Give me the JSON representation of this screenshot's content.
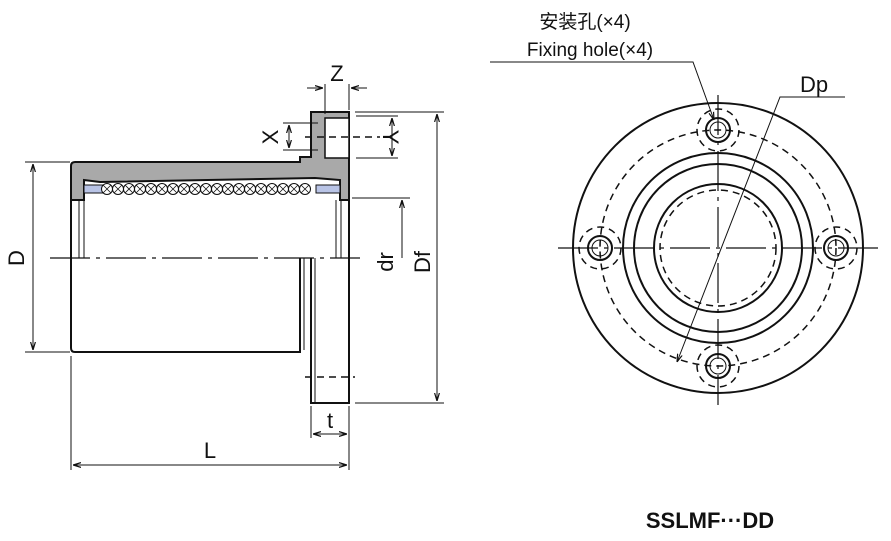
{
  "labels": {
    "D": "D",
    "L": "L",
    "t": "t",
    "Z": "Z",
    "X": "X",
    "Y": "Y",
    "dr": "dr",
    "Df": "Df",
    "Dp": "Dp"
  },
  "notes": {
    "fixing_hole_cn": "安装孔(×4)",
    "fixing_hole_en": "Fixing hole(×4)"
  },
  "model": "SSLMF···DD",
  "colors": {
    "line": "#111111",
    "section": "#a9a9a9",
    "retainer": "#b9c4e6"
  }
}
